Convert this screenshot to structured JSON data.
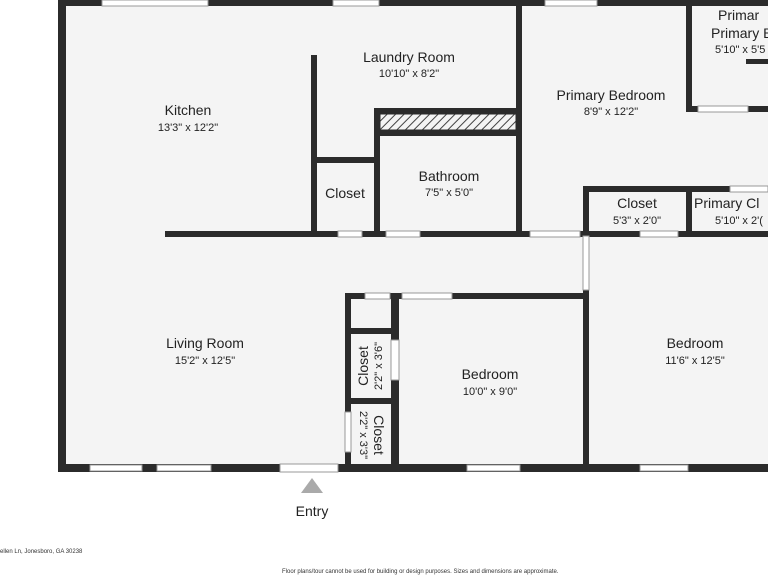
{
  "rooms": {
    "kitchen": {
      "name": "Kitchen",
      "dims": "13'3\" x 12'2\""
    },
    "laundry": {
      "name": "Laundry Room",
      "dims": "10'10\" x 8'2\""
    },
    "primary_bed": {
      "name": "Primary Bedroom",
      "dims": "8'9\" x 12'2\""
    },
    "primary_bath": {
      "name": "Primary Bathroo",
      "name_top": "Primar",
      "dims": "5'10\" x 5'5"
    },
    "closet_hall": {
      "name": "Closet"
    },
    "bathroom": {
      "name": "Bathroom",
      "dims": "7'5\" x 5'0\""
    },
    "closet_primary_a": {
      "name": "Closet",
      "dims": "5'3\" x 2'0\""
    },
    "closet_primary_b": {
      "name": "Primary Cl",
      "dims": "5'10\" x 2'("
    },
    "living": {
      "name": "Living Room",
      "dims": "15'2\" x 12'5\""
    },
    "closet_v1": {
      "name": "Closet",
      "dims": "2'2\" x 3'6\""
    },
    "closet_v2": {
      "name": "Closet",
      "dims": "2'2\" x 3'3\""
    },
    "bedroom_mid": {
      "name": "Bedroom",
      "dims": "10'0\" x 9'0\""
    },
    "bedroom_right": {
      "name": "Bedroom",
      "dims": "11'6\" x 12'5\""
    }
  },
  "entry": {
    "label": "Entry"
  },
  "footer": {
    "address": "ellen Ln, Jonesboro, GA 30238",
    "disclaimer": "Floor plans/tour cannot be used for building or design purposes. Sizes and dimensions are approximate."
  },
  "colors": {
    "wall": "#2b2b2b",
    "floor": "#f4f4f4",
    "window": "#ffffff",
    "hatch": "#444444"
  }
}
